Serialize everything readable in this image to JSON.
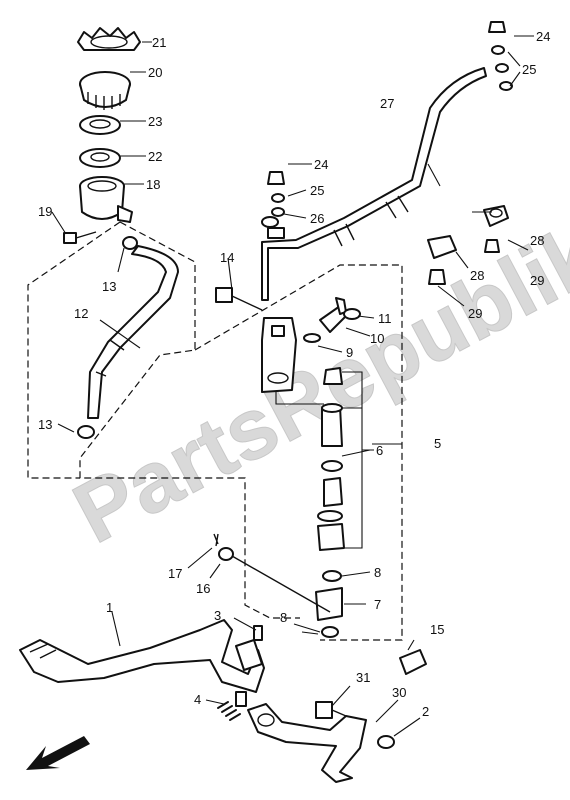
{
  "watermark": "PartsRepublik",
  "callouts": {
    "c1": "1",
    "c2": "2",
    "c3": "3",
    "c4": "4",
    "c5": "5",
    "c6": "6",
    "c7": "7",
    "c8a": "8",
    "c8b": "8",
    "c9": "9",
    "c10": "10",
    "c11": "11",
    "c12": "12",
    "c13a": "13",
    "c13b": "13",
    "c14": "14",
    "c15": "15",
    "c16": "16",
    "c17": "17",
    "c18": "18",
    "c19": "19",
    "c20": "20",
    "c21": "21",
    "c22": "22",
    "c23": "23",
    "c24a": "24",
    "c24b": "24",
    "c25a": "25",
    "c25b": "25",
    "c26": "26",
    "c27": "27",
    "c28a": "28",
    "c28b": "28",
    "c29a": "29",
    "c29b": "29",
    "c30": "30",
    "c31": "31"
  },
  "icons": {
    "direction_arrow": "arrow-down-left-icon"
  }
}
